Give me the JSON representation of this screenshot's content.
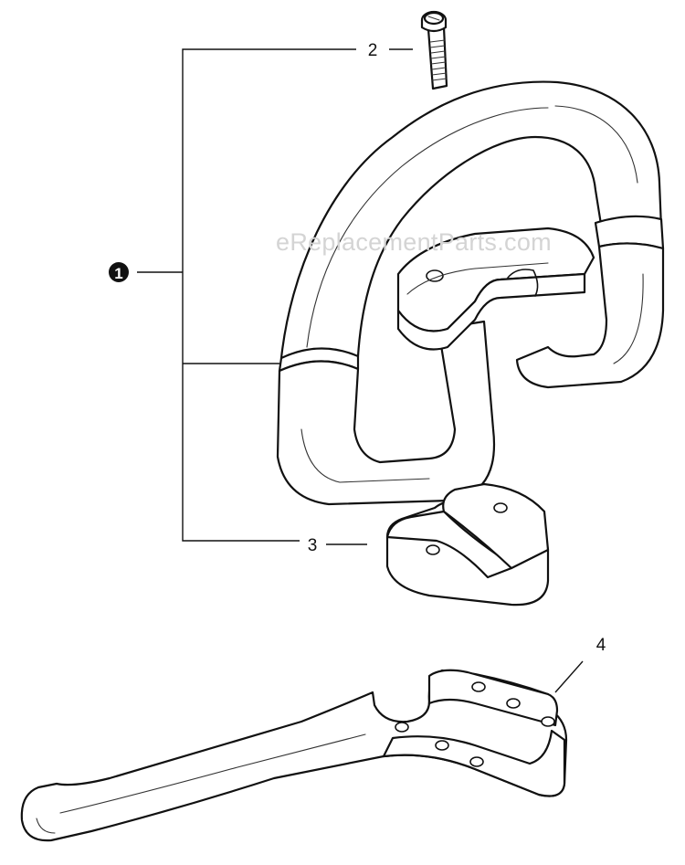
{
  "watermark": "eReplacementParts.com",
  "callouts": {
    "part_1": "1",
    "part_2": "2",
    "part_3": "3",
    "part_4": "4"
  }
}
